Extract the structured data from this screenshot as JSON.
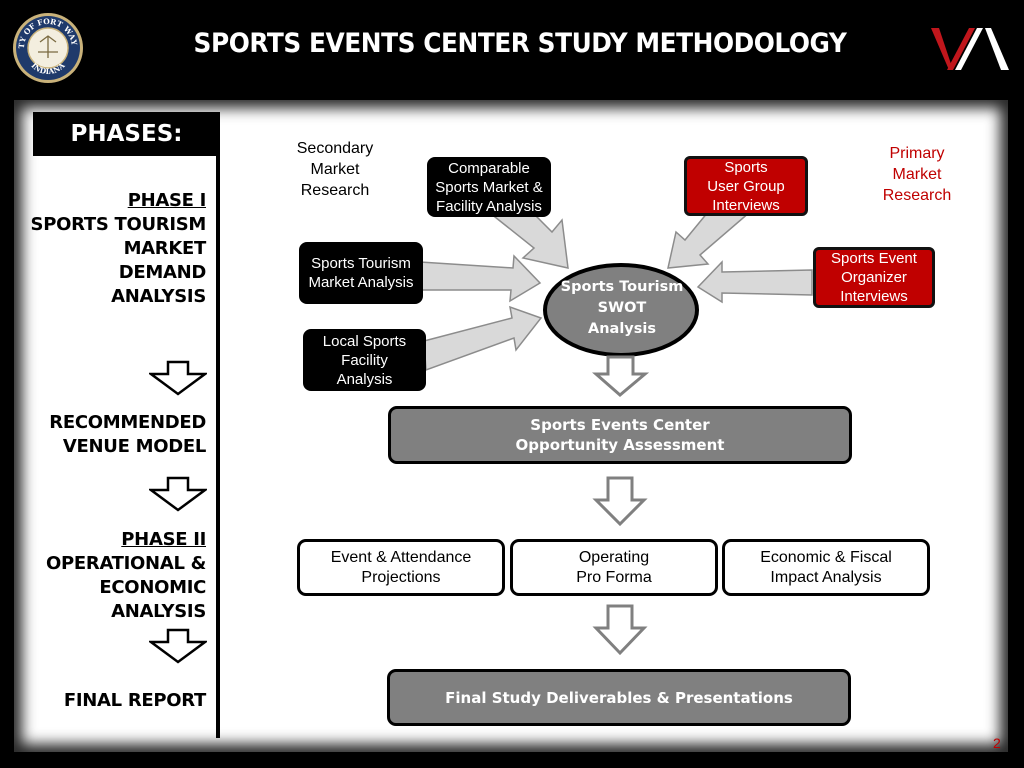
{
  "header": {
    "title": "SPORTS EVENTS CENTER STUDY METHODOLOGY",
    "seal": {
      "top_text": "CITY OF FORT WAYNE",
      "bottom_text": "INDIANA"
    },
    "logo": {
      "mark": "VA",
      "colors": {
        "left": "#c0161c",
        "right": "#ffffff"
      }
    }
  },
  "sidebar": {
    "heading": "PHASES:",
    "phases": [
      {
        "label": "PHASE I",
        "lines": [
          "SPORTS TOURISM",
          "MARKET",
          "DEMAND",
          "ANALYSIS"
        ]
      },
      {
        "label": "",
        "lines": [
          "RECOMMENDED",
          "VENUE MODEL"
        ]
      },
      {
        "label": "PHASE II",
        "lines": [
          "OPERATIONAL &",
          "ECONOMIC",
          "ANALYSIS"
        ]
      },
      {
        "label": "",
        "lines": [
          "FINAL REPORT"
        ]
      }
    ]
  },
  "diagram": {
    "secondary_label": [
      "Secondary",
      "Market",
      "Research"
    ],
    "primary_label": [
      "Primary",
      "Market",
      "Research"
    ],
    "secondary_inputs": [
      {
        "lines": [
          "Comparable",
          "Sports Market &",
          "Facility Analysis"
        ]
      },
      {
        "lines": [
          "Sports Tourism",
          "Market Analysis"
        ]
      },
      {
        "lines": [
          "Local Sports",
          "Facility",
          "Analysis"
        ]
      }
    ],
    "primary_inputs": [
      {
        "lines": [
          "Sports",
          "User Group",
          "Interviews"
        ]
      },
      {
        "lines": [
          "Sports Event",
          "Organizer",
          "Interviews"
        ]
      }
    ],
    "center": {
      "lines": [
        "Sports Tourism",
        "SWOT",
        "Analysis"
      ]
    },
    "assessment": {
      "lines": [
        "Sports Events Center",
        "Opportunity Assessment"
      ]
    },
    "phase2_outputs": [
      {
        "lines": [
          "Event & Attendance",
          "Projections"
        ]
      },
      {
        "lines": [
          "Operating",
          "Pro Forma"
        ]
      },
      {
        "lines": [
          "Economic & Fiscal",
          "Impact Analysis"
        ]
      }
    ],
    "final": {
      "lines": [
        "Final Study Deliverables & Presentations"
      ]
    }
  },
  "colors": {
    "primary_red": "#c00000",
    "gray_box": "#808080",
    "arrow_fill": "#d9d9d9",
    "arrow_stroke": "#8c8c8c"
  },
  "page_number": "2"
}
